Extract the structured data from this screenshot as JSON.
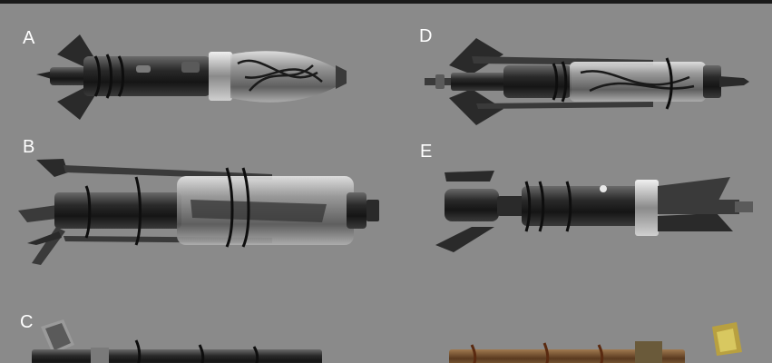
{
  "labels": {
    "a": "A",
    "b": "B",
    "c": "C",
    "d": "D",
    "e": "E"
  },
  "colors": {
    "background": "#8a8a8a",
    "metal_dark": "#1e1e1e",
    "metal_mid": "#4a4a4a",
    "glass": "#c8c8c8",
    "wire": "#101010",
    "rust": "#7a4a2a",
    "brass": "#b8a040"
  }
}
